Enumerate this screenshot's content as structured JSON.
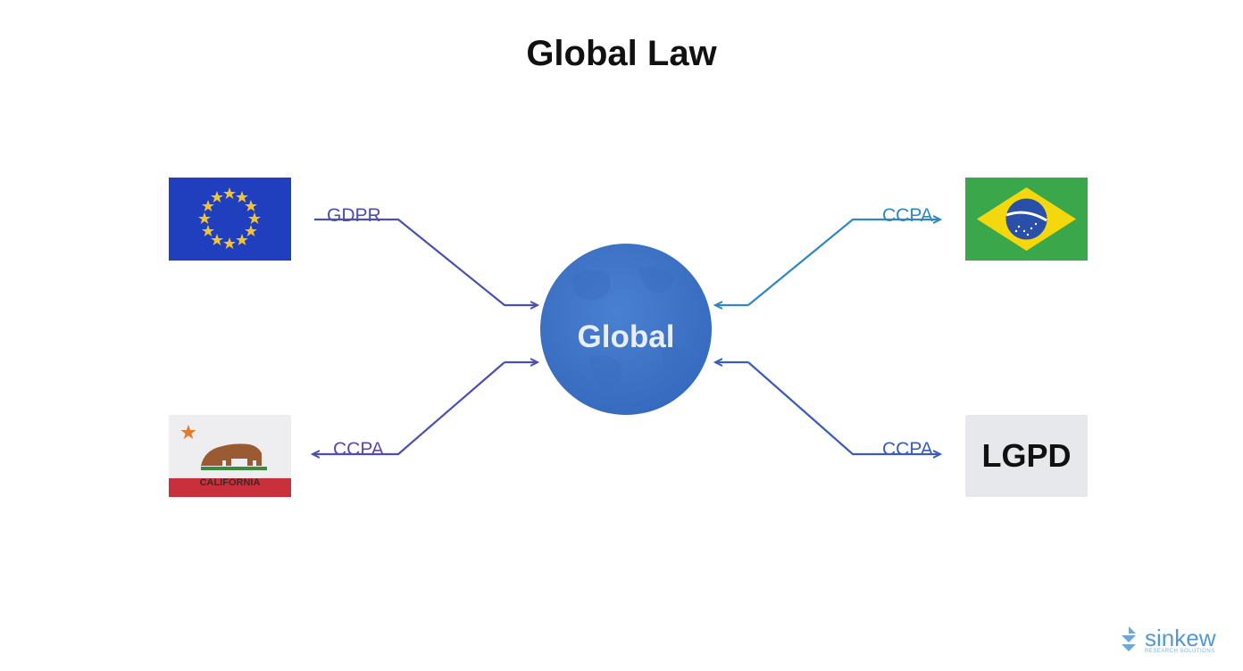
{
  "title": "Global Law",
  "center": {
    "label": "Global",
    "color": "#3f73c7"
  },
  "links": [
    {
      "label": "GDPR",
      "color": "#4a4fb3"
    },
    {
      "label": "CCPA",
      "color": "#2f86c1"
    },
    {
      "label": "CCPA",
      "color": "#4a4fb3"
    },
    {
      "label": "CCPA",
      "color": "#3a5cb8"
    }
  ],
  "flags": {
    "eu": {
      "color": "#1f3fbf",
      "star_color": "#f2c230"
    },
    "brazil": {
      "green": "#3aa84a",
      "yellow": "#f5d70e",
      "blue": "#2a4fa8"
    },
    "california": {
      "text": "CALIFORNIA",
      "stripe": "#c8303c"
    }
  },
  "lgpd": {
    "label": "LGPD"
  },
  "brand": {
    "name": "sinkew",
    "sub": "RESEARCH SOLUTIONS"
  }
}
